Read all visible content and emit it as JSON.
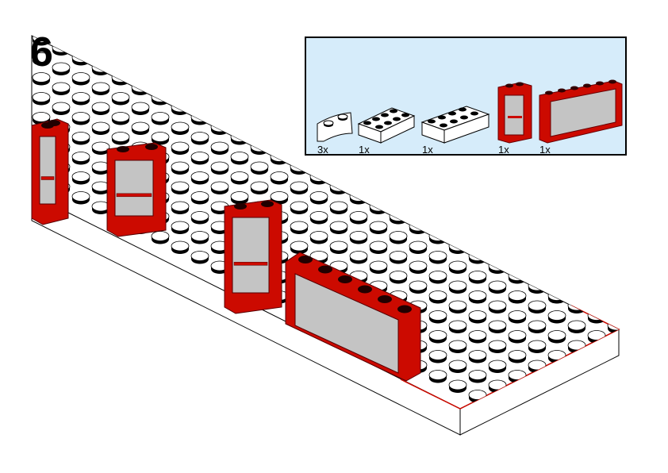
{
  "step": {
    "number": "6"
  },
  "parts_list": {
    "background_color": "#d6ecfa",
    "items": [
      {
        "part": "white-round-corner-brick",
        "quantity": "3x",
        "color": "#ffffff"
      },
      {
        "part": "white-2x4-brick",
        "quantity": "1x",
        "color": "#ffffff"
      },
      {
        "part": "white-2x4-brick-long",
        "quantity": "1x",
        "color": "#ffffff"
      },
      {
        "part": "red-door",
        "quantity": "1x",
        "color": "#cc0a00"
      },
      {
        "part": "red-window-1x6",
        "quantity": "1x",
        "color": "#cc0a00"
      }
    ]
  },
  "colors": {
    "brick_red": "#cc0a00",
    "glass": "#c4c4c4"
  }
}
